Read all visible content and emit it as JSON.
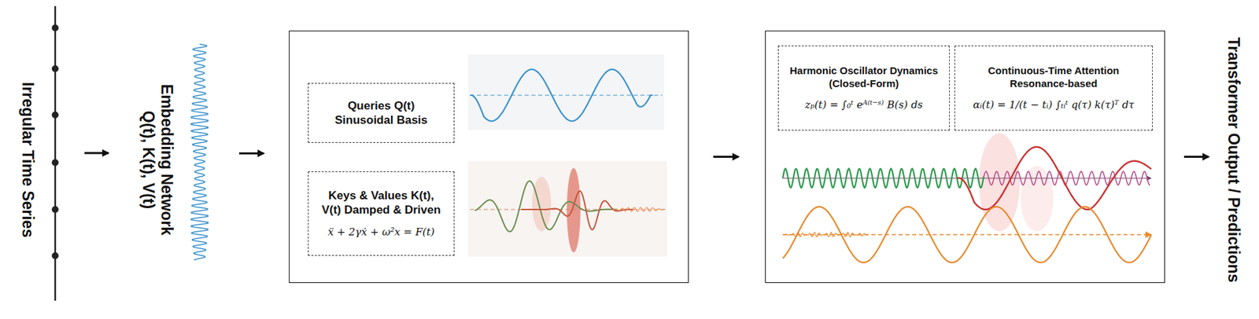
{
  "diagram": {
    "nodes": [
      {
        "text": [
          "Irregular Time Series"
        ]
      },
      {
        "text": [
          "Embedding Network",
          "Q(t), K(t), V(t)"
        ]
      },
      {
        "text": []
      },
      {
        "text": [
          "Queries Q(t) Sinusoidal Basis"
        ],
        "in": 2
      },
      {
        "text": [
          "Keys & Values K(t), V(t) Damped & Driven",
          "ẍ + 2γẋ + ω²x = F(t)"
        ],
        "in": 2
      },
      {
        "text": []
      },
      {
        "text": [
          "Harmonic Oscillator Dynamics (Closed-Form)",
          "zₚ(t) = ∫₀ᵗ eᴬ⁽ᵗ⁻ˢ⁾ B(s) ds"
        ],
        "in": 5
      },
      {
        "text": [
          "Continuous-Time Attention Resonance-based",
          "αᵢ(t) = 1/(t − tᵢ) ∫ₜᵢᵗ q(τ) k(τ)ᵀ dτ"
        ],
        "in": 5
      },
      {
        "text": [
          "Transformer Output / Predictions"
        ]
      }
    ],
    "edges": [
      {
        "from": 0,
        "to": 1,
        "arrow": "to"
      },
      {
        "from": 1,
        "to": 2,
        "arrow": "to"
      },
      {
        "from": 2,
        "to": 5,
        "arrow": "to"
      },
      {
        "from": 5,
        "to": 8,
        "arrow": "to"
      }
    ]
  }
}
